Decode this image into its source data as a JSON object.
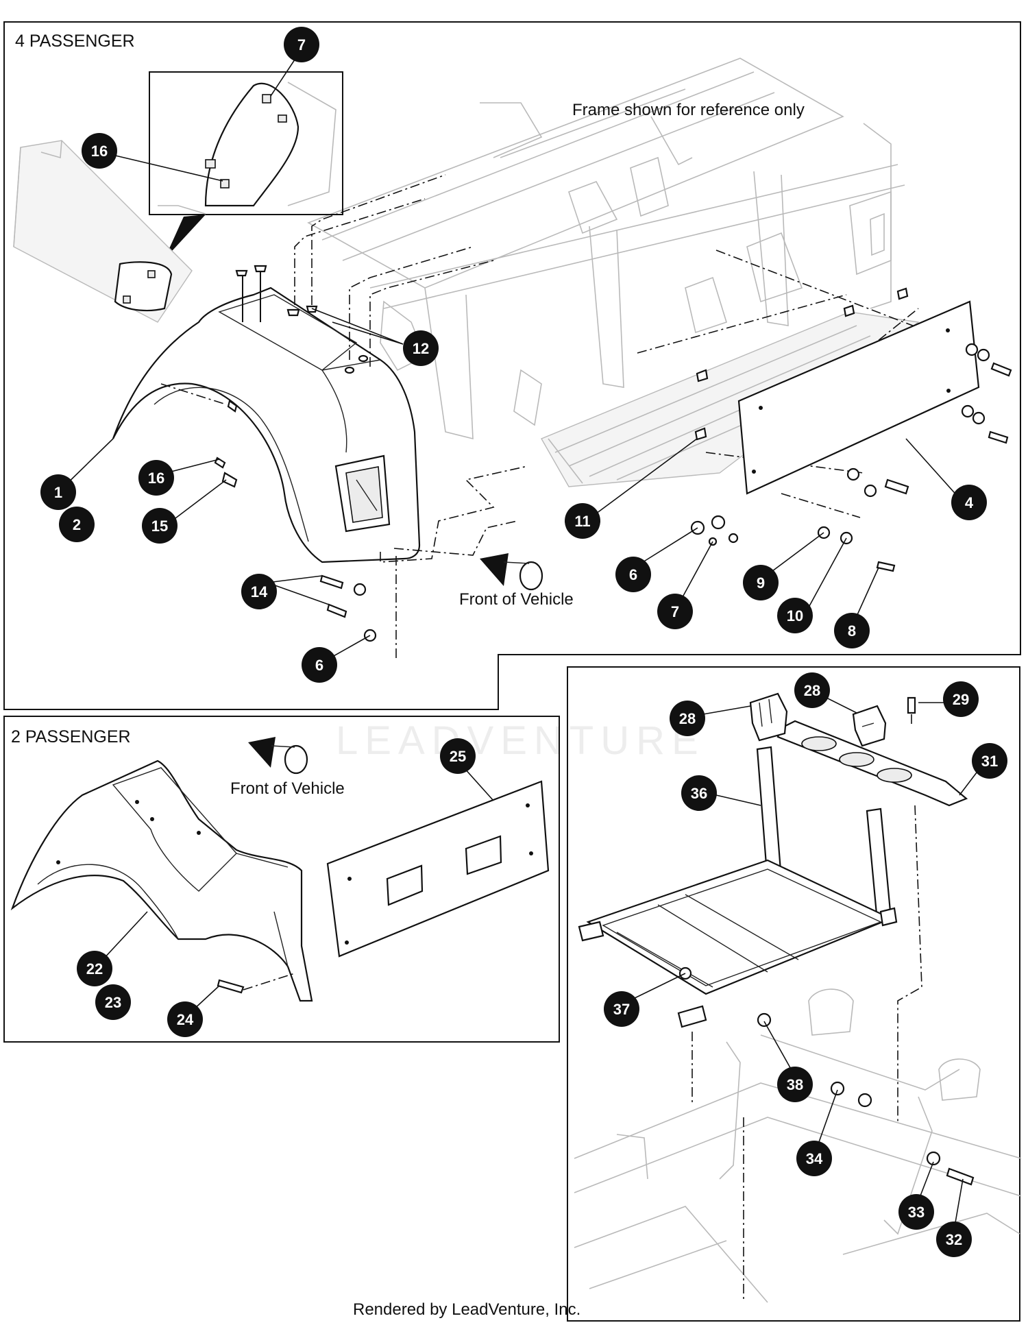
{
  "panels": {
    "four_passenger": {
      "label": "4 PASSENGER"
    },
    "two_passenger": {
      "label": "2 PASSENGER"
    },
    "battery_tray": {
      "label": ""
    }
  },
  "notes": {
    "frame_reference": "Frame shown for reference only",
    "front_of_vehicle_4p": "Front of Vehicle",
    "front_of_vehicle_2p": "Front of Vehicle"
  },
  "watermark": "LEADVENTURE",
  "credit": "Rendered by LeadVenture, Inc.",
  "callouts": [
    {
      "id": "c7a",
      "label": "7"
    },
    {
      "id": "c16a",
      "label": "16"
    },
    {
      "id": "c12",
      "label": "12"
    },
    {
      "id": "c1",
      "label": "1"
    },
    {
      "id": "c2",
      "label": "2"
    },
    {
      "id": "c16b",
      "label": "16"
    },
    {
      "id": "c15",
      "label": "15"
    },
    {
      "id": "c14",
      "label": "14"
    },
    {
      "id": "c6a",
      "label": "6"
    },
    {
      "id": "c11",
      "label": "11"
    },
    {
      "id": "c4",
      "label": "4"
    },
    {
      "id": "c6b",
      "label": "6"
    },
    {
      "id": "c7b",
      "label": "7"
    },
    {
      "id": "c9",
      "label": "9"
    },
    {
      "id": "c10",
      "label": "10"
    },
    {
      "id": "c8",
      "label": "8"
    },
    {
      "id": "c25",
      "label": "25"
    },
    {
      "id": "c22",
      "label": "22"
    },
    {
      "id": "c23",
      "label": "23"
    },
    {
      "id": "c24",
      "label": "24"
    },
    {
      "id": "c28a",
      "label": "28"
    },
    {
      "id": "c28b",
      "label": "28"
    },
    {
      "id": "c29",
      "label": "29"
    },
    {
      "id": "c31",
      "label": "31"
    },
    {
      "id": "c36",
      "label": "36"
    },
    {
      "id": "c37",
      "label": "37"
    },
    {
      "id": "c38",
      "label": "38"
    },
    {
      "id": "c34",
      "label": "34"
    },
    {
      "id": "c33",
      "label": "33"
    },
    {
      "id": "c32",
      "label": "32"
    }
  ]
}
